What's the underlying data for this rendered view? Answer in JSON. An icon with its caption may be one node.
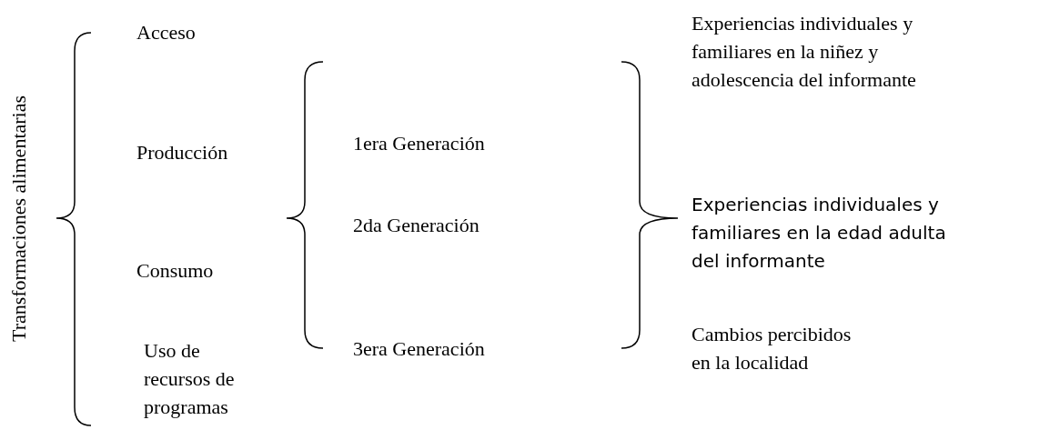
{
  "diagram": {
    "labels": [
      "Transformaciones alimentarias",
      "Acceso",
      "Producción",
      "Consumo",
      "Uso de recursos de programas",
      "1era Generación",
      "2da Generación",
      "3era Generación",
      "Experiencias individuales y familiares en la niñez y adolescencia del informante",
      "Experiencias individuales y familiares en la edad adulta del informante",
      "Cambios percibidos en la localidad"
    ]
  }
}
